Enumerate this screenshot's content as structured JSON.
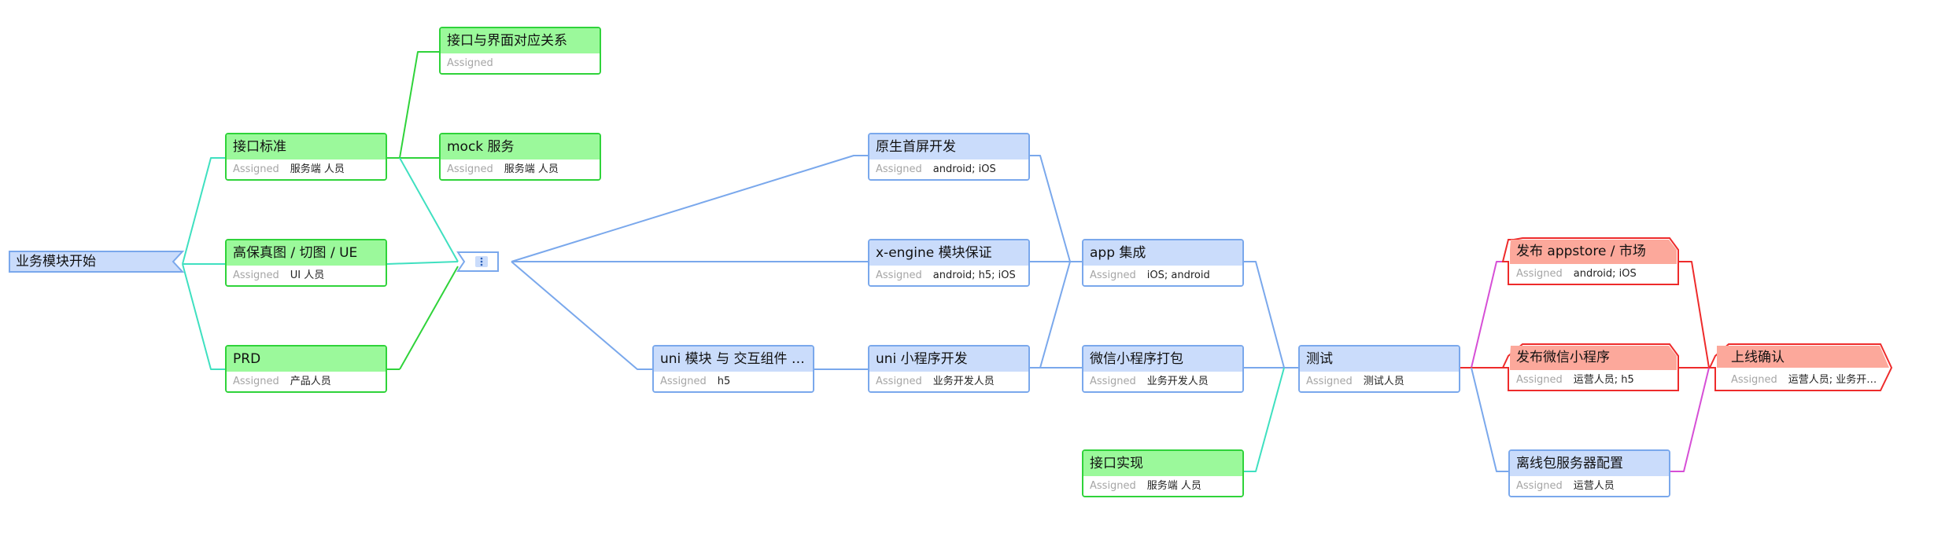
{
  "start": {
    "title": "业务模块开始"
  },
  "milestone_icon": "more-vertical-icon",
  "assigned_label": "Assigned",
  "nodes": {
    "api_mapping": {
      "title": "接口与界面对应关系",
      "assignee": ""
    },
    "api_standard": {
      "title": "接口标准",
      "assignee": "服务端 人员"
    },
    "mock_service": {
      "title": "mock 服务",
      "assignee": "服务端 人员"
    },
    "hifi_design": {
      "title": "高保真图 / 切图 / UE",
      "assignee": "UI 人员"
    },
    "prd": {
      "title": "PRD",
      "assignee": "产品人员"
    },
    "native_home": {
      "title": "原生首屏开发",
      "assignee": "android; iOS"
    },
    "xengine": {
      "title": "x-engine 模块保证",
      "assignee": "android; h5; iOS"
    },
    "uni_module": {
      "title": "uni 模块 与 交互组件 保证",
      "assignee": "h5"
    },
    "uni_mini": {
      "title": "uni 小程序开发",
      "assignee": "业务开发人员"
    },
    "app_integration": {
      "title": "app 集成",
      "assignee": "iOS; android"
    },
    "wechat_pack": {
      "title": "微信小程序打包",
      "assignee": "业务开发人员"
    },
    "api_impl": {
      "title": "接口实现",
      "assignee": "服务端 人员"
    },
    "test": {
      "title": "测试",
      "assignee": "测试人员"
    },
    "publish_store": {
      "title": "发布 appstore / 市场",
      "assignee": "android; iOS"
    },
    "publish_wechat": {
      "title": "发布微信小程序",
      "assignee": "运营人员; h5"
    },
    "offline_server": {
      "title": "离线包服务器配置",
      "assignee": "运营人员"
    },
    "go_live": {
      "title": "上线确认",
      "assignee": "运营人员; 业务开…"
    }
  },
  "colors": {
    "green_border": "#2fd33a",
    "green_fill": "#9bf99b",
    "blue_border": "#7aa8ec",
    "blue_fill": "#cadcfb",
    "red_border": "#ee2b2b",
    "red_fill": "#fca89b",
    "teal_line": "#3fe0c0",
    "magenta_line": "#d64fd6"
  }
}
